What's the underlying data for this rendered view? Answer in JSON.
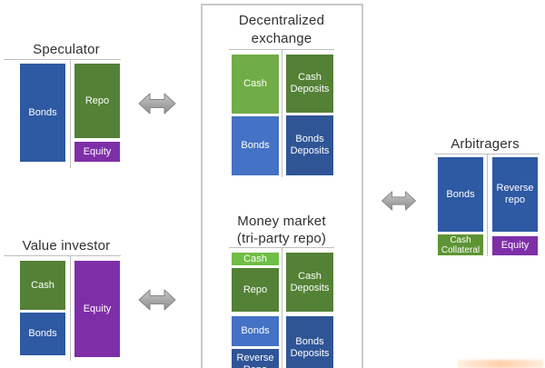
{
  "colors": {
    "blue": "#2E59A3",
    "blue_light": "#4472C4",
    "blue_dark": "#2F5597",
    "green_dark": "#538135",
    "green_light": "#70AD47",
    "green_bright": "#6FBE45",
    "green_collateral": "#5E9434",
    "purple": "#7E2FA8",
    "arrow_gray": "#A3A3A3",
    "divider_gray": "#BFBFBF",
    "panel_border_gray": "#C9C9C9",
    "title_text": "#303030",
    "box_text": "#FFFFFF"
  },
  "speculator": {
    "title": "Speculator",
    "boxes": {
      "bonds": "Bonds",
      "repo": "Repo",
      "equity": "Equity"
    }
  },
  "value_investor": {
    "title": "Value investor",
    "boxes": {
      "cash": "Cash",
      "bonds": "Bonds",
      "equity": "Equity"
    }
  },
  "decentralized_exchange": {
    "title_line1": "Decentralized",
    "title_line2": "exchange",
    "boxes": {
      "cash": "Cash",
      "cash_deposits": "Cash Deposits",
      "bonds": "Bonds",
      "bonds_deposits": "Bonds Deposits"
    }
  },
  "money_market": {
    "title_line1": "Money market",
    "title_line2": "(tri-party repo)",
    "boxes": {
      "cash": "Cash",
      "repo": "Repo",
      "bonds": "Bonds",
      "reverse_repo": "Reverse Repo",
      "cash_deposits": "Cash Deposits",
      "bonds_deposits": "Bonds Deposits"
    }
  },
  "arbitragers": {
    "title": "Arbitragers",
    "boxes": {
      "bonds": "Bonds",
      "reverse_repo": "Reverse repo",
      "cash_collateral": "Cash Collateral",
      "equity": "Equity"
    }
  }
}
